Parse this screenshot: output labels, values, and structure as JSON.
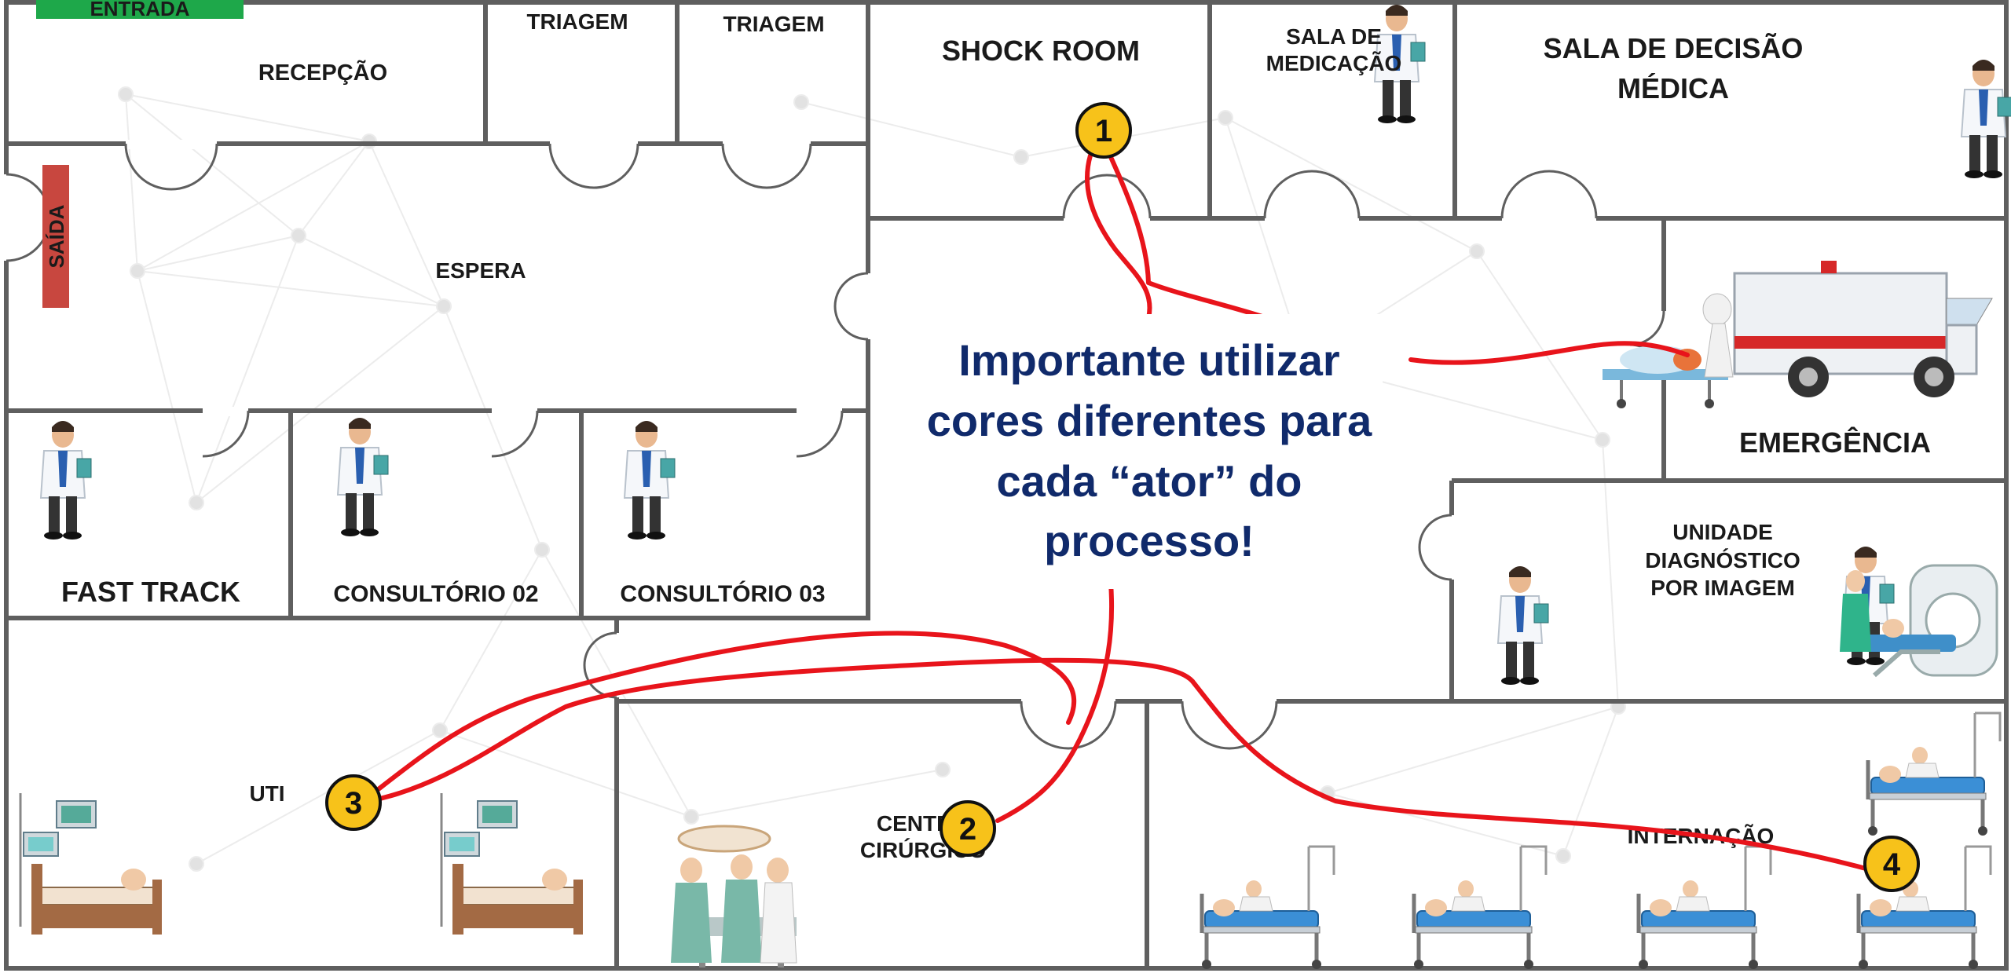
{
  "colors": {
    "wall": "#5f5f5f",
    "wall_fill": "#ffffff",
    "path": "#e8141b",
    "marker": "#f7c21a",
    "entrada": "#1ea84a",
    "saida": "#c8473f",
    "callout_text": "#102a6b",
    "background_network": "#e6e6e6"
  },
  "rooms": {
    "entrada": "ENTRADA",
    "recepcao": "RECEPÇÃO",
    "triagem_1": "TRIAGEM",
    "triagem_2": "TRIAGEM",
    "shock_room": "SHOCK ROOM",
    "sala_medicacao_line1": "SALA DE",
    "sala_medicacao_line2": "MEDICAÇÃO",
    "decisao_line1": "SALA DE DECISÃO",
    "decisao_line2": "MÉDICA",
    "saida": "SAÍDA",
    "espera": "ESPERA",
    "emergencia": "EMERGÊNCIA",
    "fast_track": "FAST TRACK",
    "consultorio_02": "CONSULTÓRIO 02",
    "consultorio_03": "CONSULTÓRIO 03",
    "imagem_line1": "UNIDADE",
    "imagem_line2": "DIAGNÓSTICO",
    "imagem_line3": "POR IMAGEM",
    "uti": "UTI",
    "centro_line1": "CENTRO",
    "centro_line2": "CIRÚRGICO",
    "internacao": "INTERNAÇÃO"
  },
  "callout": {
    "line1": "Importante utilizar",
    "line2": "cores diferentes para",
    "line3": "cada “ator” do",
    "line4": "processo!"
  },
  "markers": [
    "1",
    "2",
    "3",
    "4"
  ],
  "icons": {
    "doctor": "doctor-icon",
    "ambulance": "ambulance-icon",
    "patient_stretcher": "stretcher-icon",
    "hospital_bed": "hospital-bed-icon",
    "icu_bed": "icu-bed-icon",
    "surgery_team": "surgery-team-icon",
    "mri_scanner": "mri-scanner-icon",
    "nurse": "nurse-icon"
  }
}
